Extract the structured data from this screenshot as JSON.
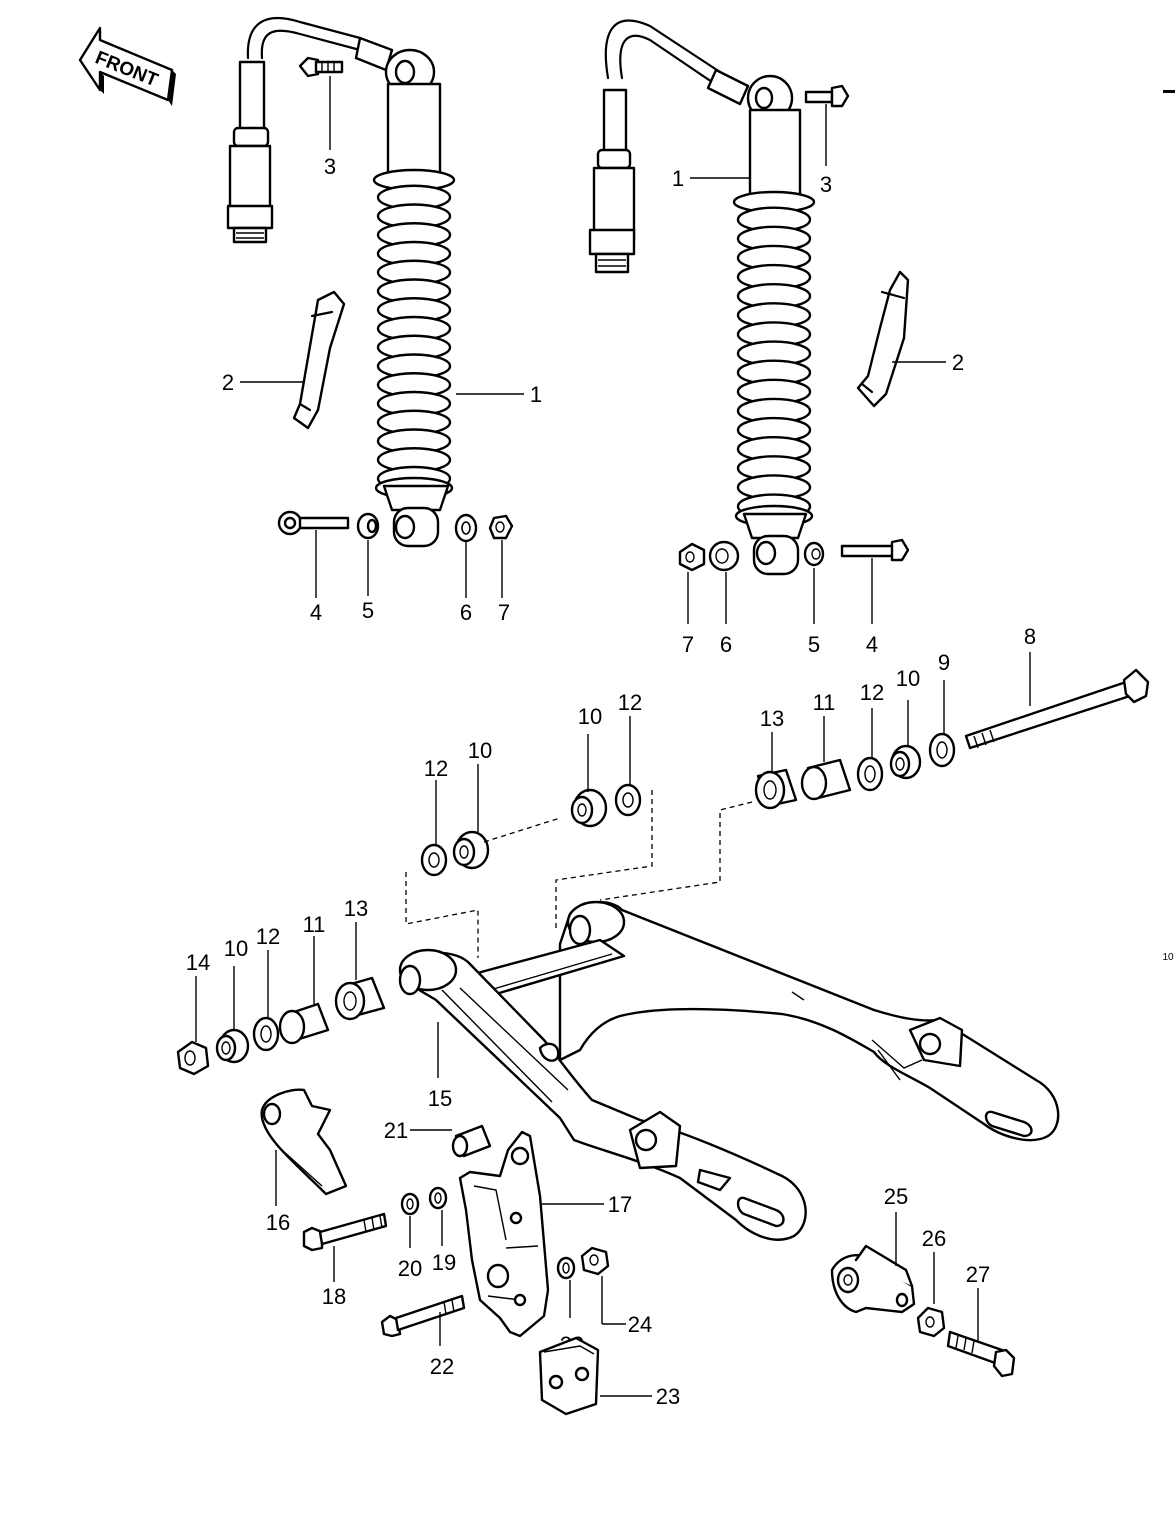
{
  "front_arrow_label": "FRONT",
  "corner_mark": "10",
  "callouts": {
    "left_shock": {
      "shock": "1",
      "boot": "2",
      "bolt_top": "3",
      "bolt_low": "4",
      "collar": "5",
      "washer": "6",
      "nut": "7"
    },
    "right_shock": {
      "shock": "1",
      "boot": "2",
      "bolt_top": "3",
      "bolt_low": "4",
      "collar": "5",
      "washer": "6",
      "nut": "7"
    },
    "pivot_shaft": "8",
    "shaft_washer": "9",
    "upper_left": {
      "cap_a": "10",
      "washer_a": "12",
      "cap_b": "10",
      "washer_b": "12"
    },
    "upper_right": {
      "sleeve": "13",
      "bushing": "11",
      "washer": "12",
      "cap": "10"
    },
    "left_pivot": {
      "nut": "14",
      "cap": "10",
      "washer": "12",
      "bushing": "11",
      "sleeve": "13"
    },
    "swingarm": "15",
    "chain_guard": "16",
    "chain_guide": "17",
    "guide_bolt_long": "18",
    "guide_washer": "19",
    "lock_washer_a": "20",
    "lock_washer_b": "20",
    "guide_collar": "21",
    "guide_bolt": "22",
    "guide_block": "23",
    "guide_nut": "24",
    "torque_bracket": "25",
    "bracket_nut": "26",
    "bracket_bolt": "27"
  }
}
